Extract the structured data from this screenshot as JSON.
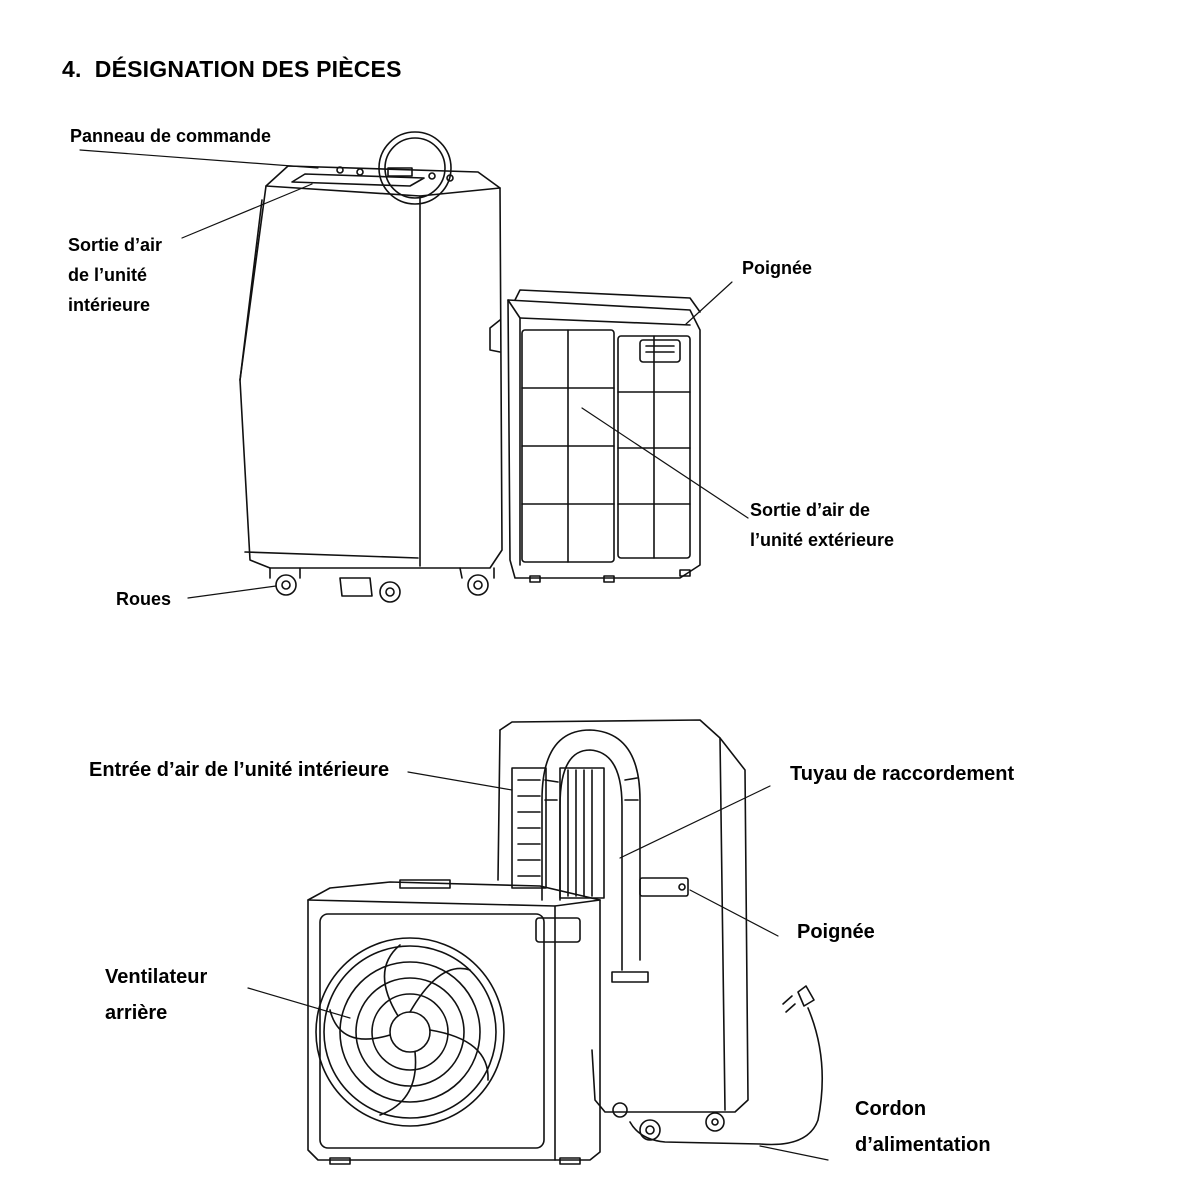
{
  "section": {
    "number": "4.",
    "title": "DÉSIGNATION DES PIÈCES"
  },
  "figure_top": {
    "labels": {
      "control_panel": "Panneau de commande",
      "indoor_air_outlet": [
        "Sortie d’air",
        "de l’unité",
        "intérieure"
      ],
      "handle": "Poignée",
      "outdoor_air_outlet": [
        "Sortie d’air de",
        "l’unité extérieure"
      ],
      "wheels": "Roues"
    }
  },
  "figure_bottom": {
    "labels": {
      "indoor_air_inlet": "Entrée d’air de l’unité intérieure",
      "connecting_hose": "Tuyau de raccordement",
      "handle": "Poignée",
      "rear_fan": [
        "Ventilateur",
        "arrière"
      ],
      "power_cord": [
        "Cordon",
        "d’alimentation"
      ]
    }
  }
}
